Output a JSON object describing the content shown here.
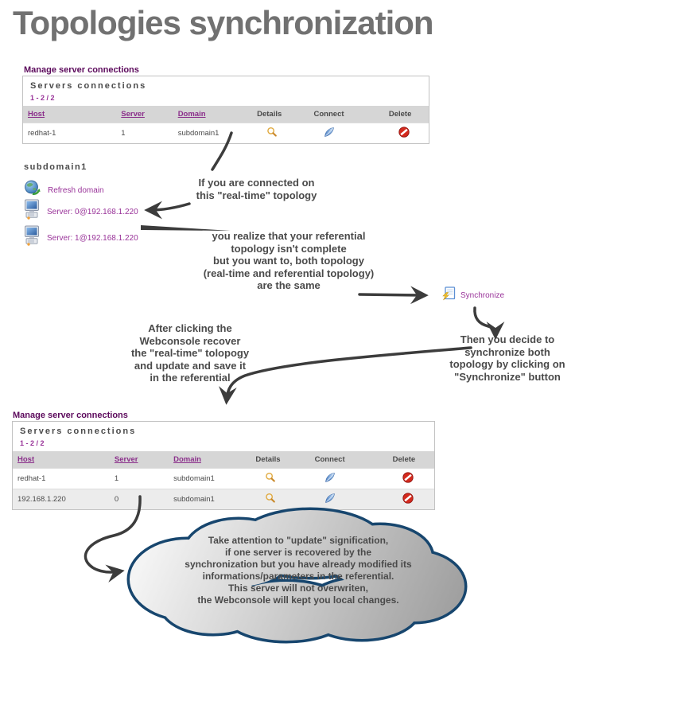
{
  "title": "Topologies synchronization",
  "section1": {
    "label": "Manage server connections",
    "table": {
      "title": "Servers connections",
      "pagination": "1 - 2 / 2",
      "columns": [
        "Host",
        "Server",
        "Domain",
        "Details",
        "Connect",
        "Delete"
      ],
      "rows": [
        {
          "host": "redhat-1",
          "server": "1",
          "domain": "subdomain1"
        }
      ]
    }
  },
  "tree": {
    "domain": "subdomain1",
    "refresh": "Refresh domain",
    "servers": [
      "Server: 0@192.168.1.220",
      "Server: 1@192.168.1.220"
    ]
  },
  "sync_button": {
    "label": "Synchronize"
  },
  "section2": {
    "label": "Manage server connections",
    "table": {
      "title": "Servers connections",
      "pagination": "1 - 2 / 2",
      "columns": [
        "Host",
        "Server",
        "Domain",
        "Details",
        "Connect",
        "Delete"
      ],
      "rows": [
        {
          "host": "redhat-1",
          "server": "1",
          "domain": "subdomain1"
        },
        {
          "host": "192.168.1.220",
          "server": "0",
          "domain": "subdomain1"
        }
      ]
    }
  },
  "annotations": {
    "connected": "If you are connected on\nthis \"real-time\" topology",
    "realize": "you realize that your referential\ntopology isn't complete\nbut you want to, both topology\n(real-time and referential topology)\nare the same",
    "after_clicking": "After clicking the\nWebconsole recover\nthe \"real-time\" tolopogy\nand update and save it\nin the referential",
    "then_decide": "Then you decide to\nsynchronize both\ntopology by clicking on\n\"Synchronize\" button",
    "cloud_note": "Take attention to \"update\" signification,\nif one server is recovered by the\nsynchronization but you have already modified its\ninformations/parameters in the referential.\nThis server will not overwriten,\nthe Webconsole will kept you local changes."
  },
  "icons": {
    "details": "magnifier-icon",
    "connect": "feather-icon",
    "delete": "forbidden-icon",
    "refresh": "globe-refresh-icon",
    "server": "computer-icon",
    "synchronize": "page-lightning-icon"
  },
  "colors": {
    "accent_purple": "#993399",
    "section_label_purple": "#5c0a5c",
    "title_gray": "#717171",
    "text_gray": "#4a4a4a",
    "cloud_border_navy": "#17466e",
    "header_row_gray": "#d6d6d6",
    "alt_row_gray": "#ececec",
    "delete_red": "#d42a1e",
    "connect_blue": "#6f9fd8",
    "details_orange": "#d89a3a"
  }
}
